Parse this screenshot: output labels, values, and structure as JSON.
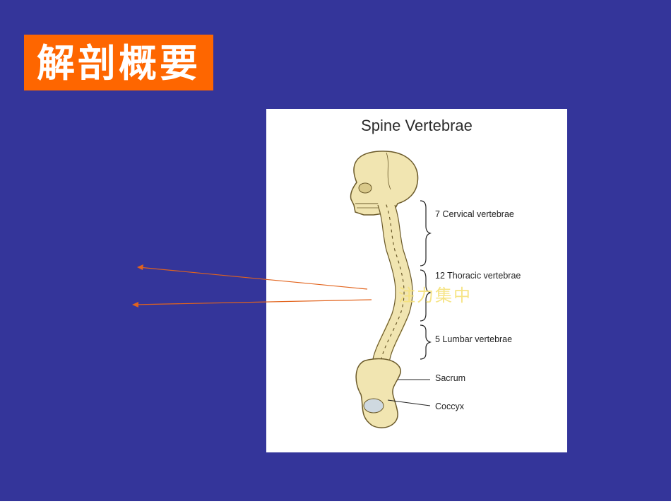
{
  "slide": {
    "title": "解剖概要"
  },
  "diagram": {
    "title": "Spine Vertebrae",
    "labels": {
      "cervical": "7 Cervical vertebrae",
      "thoracic": "12 Thoracic vertebrae",
      "lumbar": "5 Lumbar vertebrae",
      "sacrum": "Sacrum",
      "coccyx": "Coccyx"
    },
    "watermark": "注力集中"
  },
  "colors": {
    "background": "#34359a",
    "title_box": "#fe6600",
    "bone": "#f1e5b1",
    "bone_outline": "#6b5a2a",
    "arrow": "#e2631c"
  }
}
